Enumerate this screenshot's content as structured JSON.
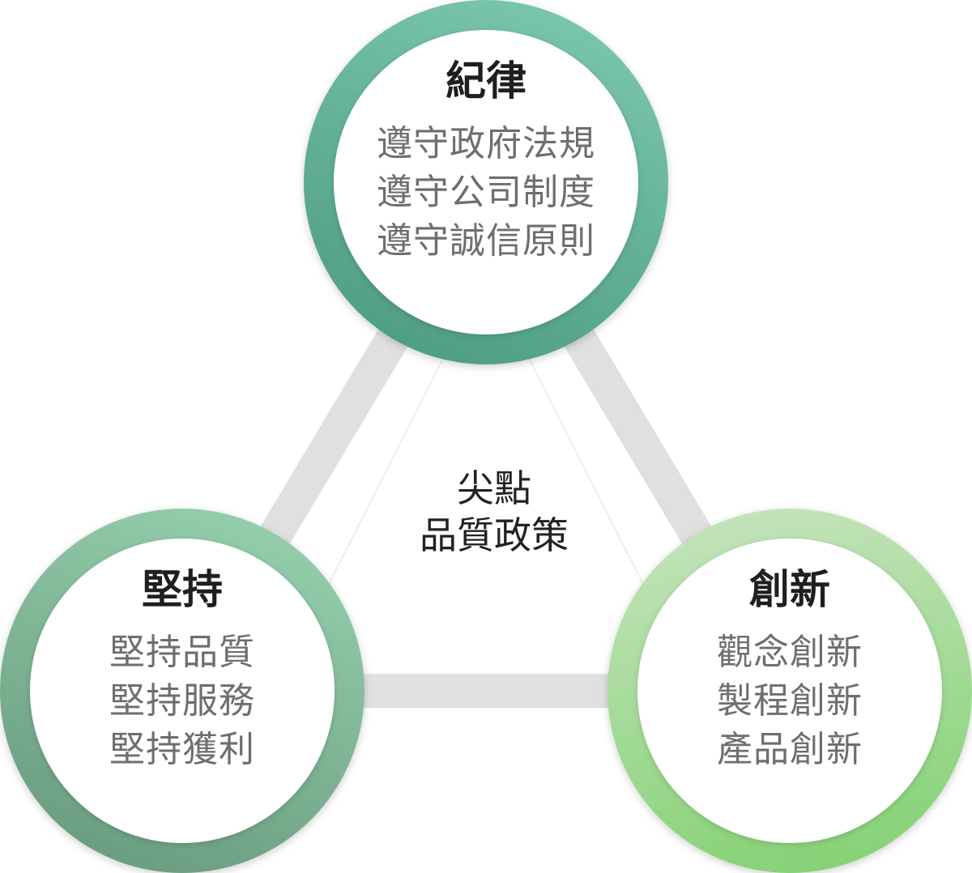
{
  "center": {
    "line1": "尖點",
    "line2": "品質政策"
  },
  "nodes": {
    "top": {
      "title": "紀律",
      "items": [
        "遵守政府法規",
        "遵守公司制度",
        "遵守誠信原則"
      ]
    },
    "left": {
      "title": "堅持",
      "items": [
        "堅持品質",
        "堅持服務",
        "堅持獲利"
      ]
    },
    "right": {
      "title": "創新",
      "items": [
        "觀念創新",
        "製程創新",
        "產品創新"
      ]
    }
  },
  "colors": {
    "connector": "#e0e0e0",
    "top_ring_light": "#7bc6ae",
    "top_ring_dark": "#4e9d82",
    "left_ring_light": "#8fcaa9",
    "left_ring_dark": "#6b9e80",
    "right_ring_light": "#c1e2b8",
    "right_ring_dark": "#8ad479"
  }
}
